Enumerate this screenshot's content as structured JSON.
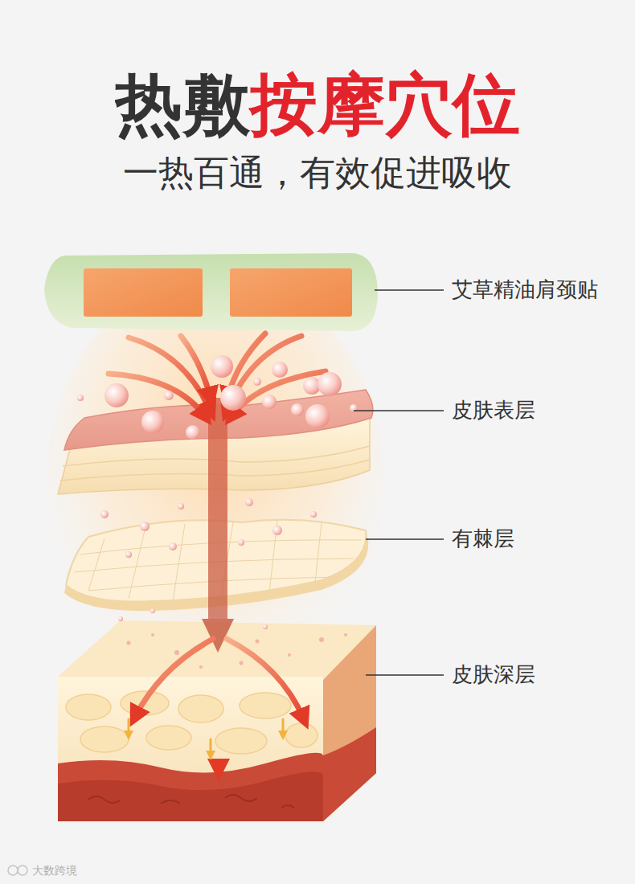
{
  "diagram": {
    "title": "热敷按摩穴位",
    "labels": [
      "一热百通，有效促进吸收",
      "艾草精油肩颈贴",
      "皮肤表层",
      "有棘层",
      "皮肤深层",
      "大数跨境"
    ]
  }
}
